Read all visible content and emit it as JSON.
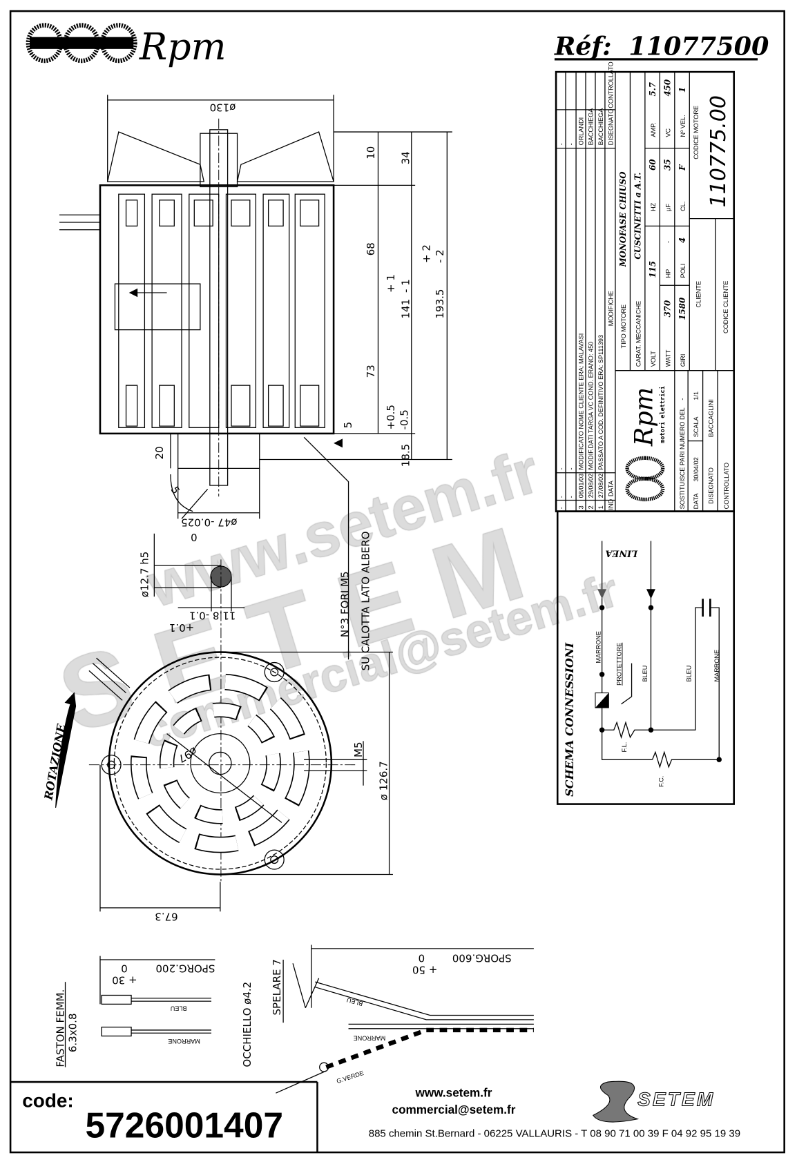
{
  "header": {
    "brand": "Rpm",
    "reference_label": "Réf:",
    "reference_number": "11077500"
  },
  "side_view": {
    "dim_diameter_fan": "ø130",
    "dim_10": "10",
    "dim_34": "34",
    "dim_68": "68",
    "dim_141": "141",
    "dim_141_tol_plus": "+ 1",
    "dim_141_tol_minus": "- 1",
    "dim_73": "73",
    "dim_193": "193.5",
    "dim_193_tol_plus": "+ 2",
    "dim_193_tol_minus": "- 2",
    "dim_tol_05_plus": "+0.5",
    "dim_tol_05_minus": "-0.5",
    "dim_5": "5",
    "dim_18": "18.5",
    "dim_20": "20",
    "dim_47": "ø47 -0.025",
    "dim_47_tol": "0",
    "dim_angle": "5"
  },
  "shaft_section": {
    "dim_diameter": "ø12.7 h5",
    "dim_flat": "11.8 -0.1",
    "dim_flat_tol": "+0.1"
  },
  "front_view": {
    "note_holes": "N°3 FORI M5",
    "note_location": "SU CALOTTA LATO ALBERO",
    "dim_97": "ø97",
    "dim_m5": "M5",
    "dim_126": "ø 126.7",
    "dim_67": "67.3",
    "rotation_label": "ROTAZIONE"
  },
  "title_block": {
    "revisions": [
      {
        "ind": "-",
        "data": "-",
        "modifica": "-",
        "disegnato": "-",
        "controllato": ""
      },
      {
        "ind": "",
        "data": "-",
        "modifica": "-",
        "disegnato": "-",
        "controllato": ""
      },
      {
        "ind": "3",
        "data": "08/01/03",
        "modifica": "MODIFICATO NOME CLIENTE ERA: MALAVASI",
        "disegnato": "ORLANDI",
        "controllato": ""
      },
      {
        "ind": "2",
        "data": "29/08/02",
        "modifica": "MODIF.DATI TARGA VC COND. ERANO: 450",
        "disegnato": "BACCHIEGA",
        "controllato": ""
      },
      {
        "ind": "1",
        "data": "27/08/02",
        "modifica": "PASSATO A COD. DEFINITIVO ERA: SP111393",
        "disegnato": "BACCHIEGA",
        "controllato": ""
      }
    ],
    "rev_headers": {
      "ind": "IND",
      "data": "DATA",
      "modifica": "MODIFICHE",
      "disegnato": "DISEGNATO",
      "controllato": "CONTROLLATO"
    },
    "logo_brand": "Rpm",
    "logo_subtitle": "motori elettrici",
    "replaces_label": "SOSTITUISCE PARI NUMERO DEL",
    "replaces_value": "-",
    "date_label": "DATA",
    "date_value": "30/04/02",
    "scale_label": "SCALA",
    "scale_value": "1/1",
    "drawn_label": "DISEGNATO",
    "drawn_value": "BACCAGLINI",
    "checked_label": "CONTROLLATO",
    "motor_type_label": "TIPO MOTORE",
    "motor_type_value": "MONOFASE CHIUSO",
    "mech_label": "CARAT. MECCANICHE",
    "mech_value": "CUSCINETTI a A.T.",
    "specs": {
      "volt_label": "VOLT",
      "volt": "115",
      "hz_label": "HZ",
      "hz": "60",
      "amp_label": "AMP.",
      "amp": "5.7",
      "watt_label": "WATT",
      "watt": "370",
      "hp_label": "HP",
      "hp": "-",
      "uf_label": "µF",
      "uf": "35",
      "vc_label": "VC",
      "vc": "450",
      "giri_label": "GIRI",
      "giri": "1580",
      "poli_label": "POLI",
      "poli": "4",
      "cl_label": "CL.",
      "cl": "F",
      "vel_label": "Nº VEL.",
      "vel": "1"
    },
    "client_label": "CLIENTE",
    "client_code_label": "CODICE CLIENTE",
    "motor_code_label": "CODICE MOTORE",
    "motor_code": "110775.00"
  },
  "schema": {
    "title": "SCHEMA CONNESSIONI",
    "line_label": "LINEA",
    "wire_marrone_1": "MARRONE",
    "protector": "PROTETTORE",
    "wire_bleu_1": "BLEU",
    "wire_bleu_2": "BLEU",
    "wire_marrone_2": "MARRONE",
    "fl": "F.L.",
    "fc": "F.C."
  },
  "wiring": {
    "faston": "FASTON FEMM.",
    "faston_size": "6.3x0.8",
    "left_length": "SPORG.200",
    "left_tol": "+ 30",
    "left_tol_zero": "0",
    "left_bleu": "BLEU",
    "left_marrone": "MARRONE",
    "eyelet": "OCCHIELLO ø4.2",
    "strip": "SPELARE 7",
    "right_length": "SPORG.600",
    "right_tol": "+ 50",
    "right_tol_zero": "0",
    "right_bleu": "BLEU",
    "right_marrone": "MARRONE",
    "right_ground": "G.VERDE"
  },
  "watermark": {
    "url": "www.setem.fr",
    "brand": "SETEM",
    "email": "commercial@setem.fr"
  },
  "footer": {
    "code_label": "code:",
    "code_value": "5726001407",
    "website": "www.setem.fr",
    "email": "commercial@setem.fr",
    "address": "885 chemin St.Bernard  -  06225 VALLAURIS  -  T 08 90 71 00 39   F 04 92 95 19 39",
    "company_logo": "SETEM"
  }
}
